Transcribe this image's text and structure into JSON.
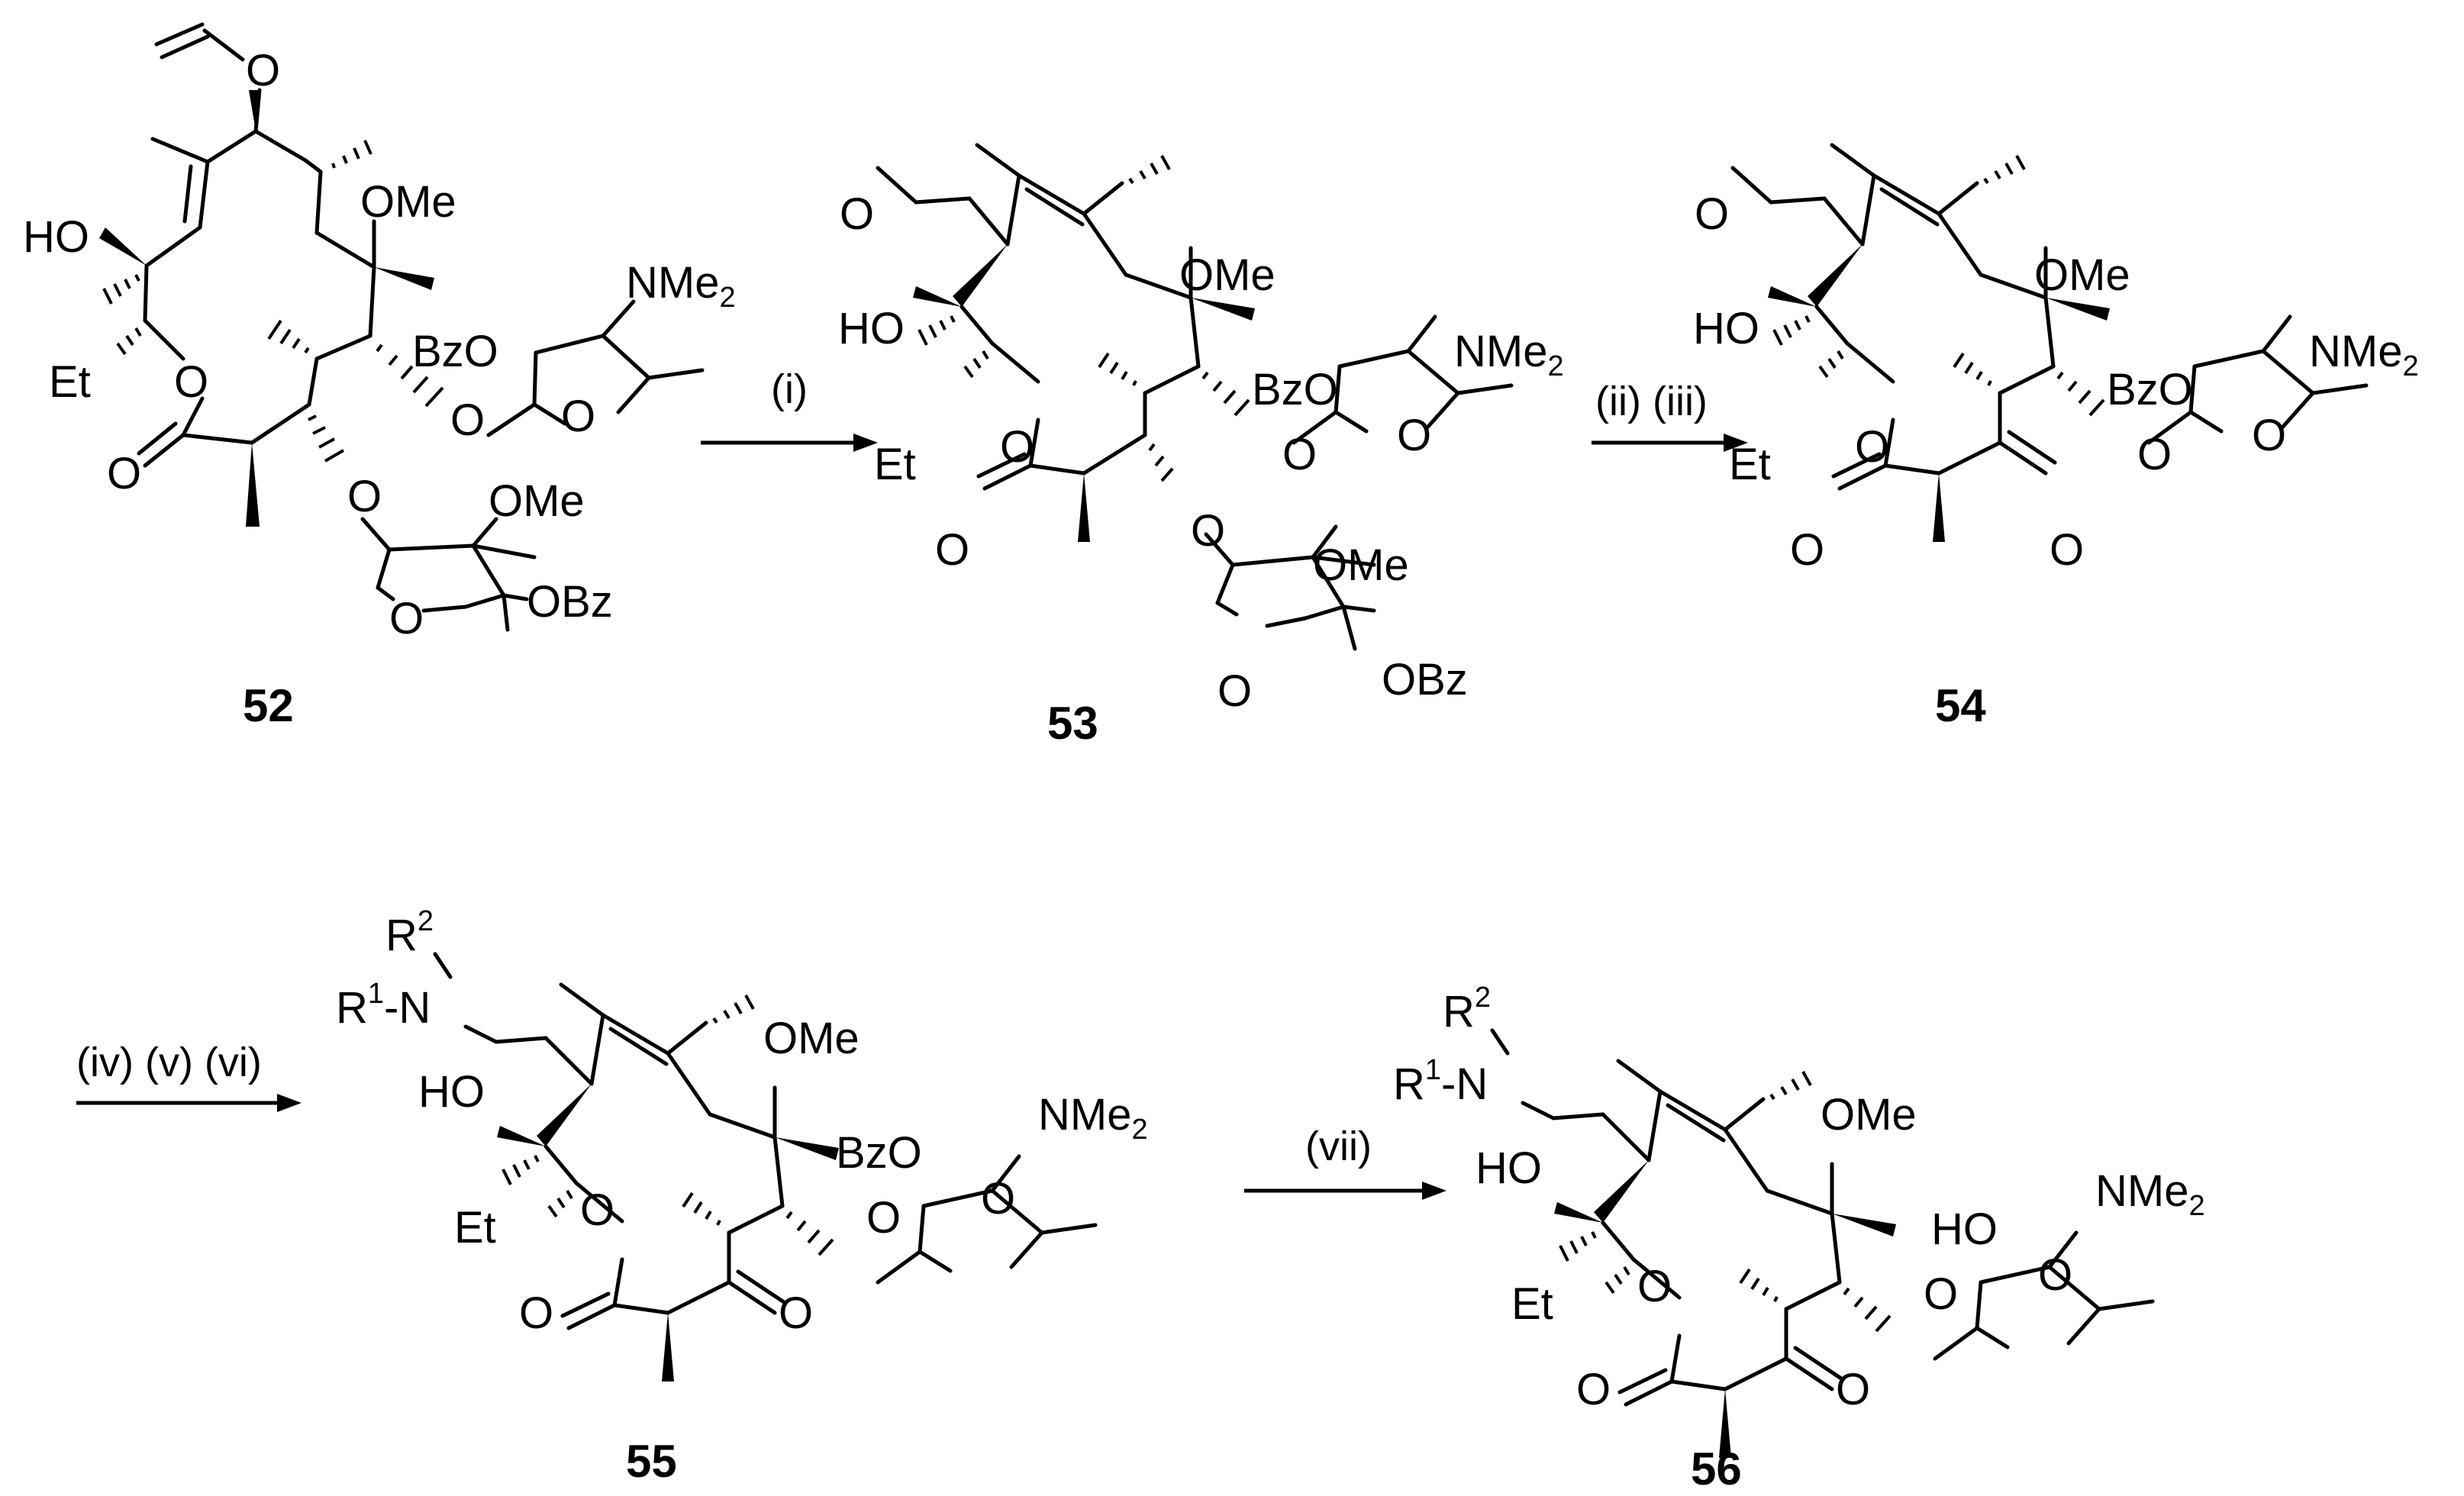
{
  "compounds": {
    "c52": {
      "label": "52"
    },
    "c53": {
      "label": "53"
    },
    "c54": {
      "label": "54"
    },
    "c55": {
      "label": "55"
    },
    "c56": {
      "label": "56"
    }
  },
  "arrows": {
    "a1": {
      "label": "(i)"
    },
    "a2": {
      "label": "(ii) (iii)"
    },
    "a3": {
      "label": "(iv) (v) (vi)"
    },
    "a4": {
      "label": "(vii)"
    }
  },
  "atoms": {
    "O": "O",
    "OMe": "OMe",
    "HO": "HO",
    "Et": "Et",
    "NMe": "NMe",
    "sub2": "2",
    "BzO": "BzO",
    "OBz": "OBz",
    "R": "R",
    "sup1": "1",
    "sup2": "2",
    "dashN": "-N"
  }
}
